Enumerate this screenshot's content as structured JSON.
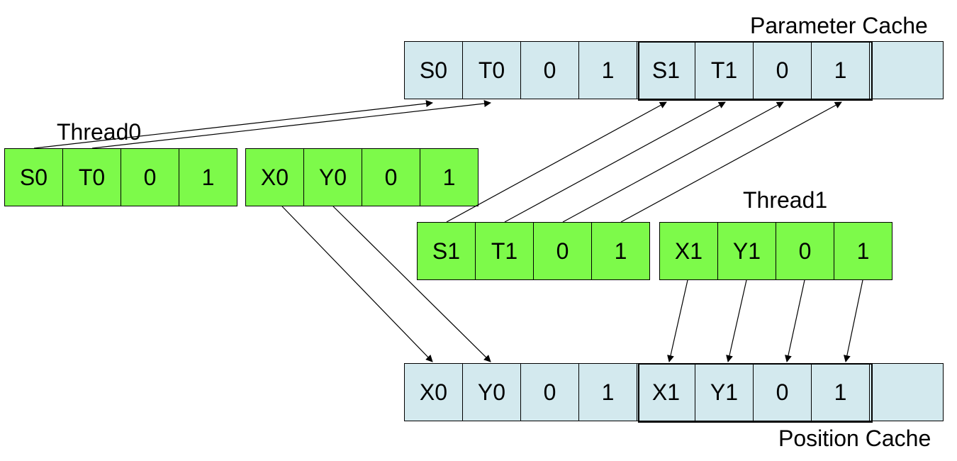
{
  "labels": {
    "parameter_cache": "Parameter Cache",
    "position_cache": "Position Cache",
    "thread0": "Thread0",
    "thread1": "Thread1"
  },
  "parameter_cache": [
    "S0",
    "T0",
    "0",
    "1",
    "S1",
    "T1",
    "0",
    "1",
    ""
  ],
  "position_cache": [
    "X0",
    "Y0",
    "0",
    "1",
    "X1",
    "Y1",
    "0",
    "1",
    ""
  ],
  "thread0_params": [
    "S0",
    "T0",
    "0",
    "1"
  ],
  "thread0_position": [
    "X0",
    "Y0",
    "0",
    "1"
  ],
  "thread1_params": [
    "S1",
    "T1",
    "0",
    "1"
  ],
  "thread1_position": [
    "X1",
    "Y1",
    "0",
    "1"
  ],
  "colors": {
    "cache_fill": "#d3e9ee",
    "thread_fill": "#7dfa4a",
    "stroke": "#000000"
  }
}
